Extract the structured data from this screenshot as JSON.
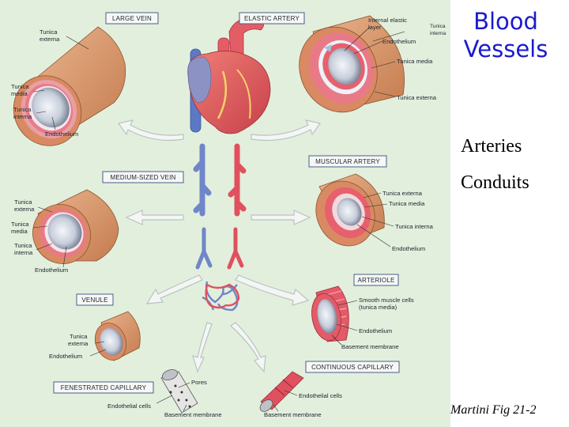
{
  "slide": {
    "title_line1": "Blood",
    "title_line2": "Vessels",
    "bullets": [
      "Arteries",
      "Conduits"
    ],
    "citation": "Martini Fig 21-2"
  },
  "figure": {
    "boxes": {
      "large_vein": "LARGE VEIN",
      "elastic_artery": "ELASTIC ARTERY",
      "medium_vein": "MEDIUM-SIZED VEIN",
      "muscular_artery": "MUSCULAR ARTERY",
      "venule": "VENULE",
      "arteriole": "ARTERIOLE",
      "fenestrated_capillary": "FENESTRATED CAPILLARY",
      "continuous_capillary": "CONTINUOUS CAPILLARY"
    },
    "labels": {
      "lv_tunica_externa": [
        "Tunica",
        "externa"
      ],
      "lv_tunica_media": [
        "Tunica",
        "media"
      ],
      "lv_tunica_interna": [
        "Tunica",
        "interna"
      ],
      "lv_endothelium": "Endothelium",
      "ea_internal_elastic": [
        "Internal elastic",
        "layer"
      ],
      "ea_tunica_interna": [
        "Tunica",
        "interna"
      ],
      "ea_endothelium": "Endothelium",
      "ea_tunica_media": "Tunica media",
      "ea_tunica_externa": "Tunica externa",
      "mv_tunica_externa": [
        "Tunica",
        "externa"
      ],
      "mv_tunica_media": [
        "Tunica",
        "media"
      ],
      "mv_tunica_interna": [
        "Tunica",
        "interna"
      ],
      "mv_endothelium": "Endothelium",
      "ma_tunica_externa": "Tunica externa",
      "ma_tunica_media": "Tunica media",
      "ma_tunica_interna": "Tunica interna",
      "ma_endothelium": "Endothelium",
      "ar_smooth_muscle": [
        "Smooth muscle cells",
        "(tunica media)"
      ],
      "ar_endothelium": "Endothelium",
      "ar_basement": "Basement membrane",
      "vn_tunica_externa": [
        "Tunica",
        "externa"
      ],
      "vn_endothelium": "Endothelium",
      "fc_pores": "Pores",
      "fc_endothelial": "Endothelial cells",
      "fc_basement": "Basement membrane",
      "cc_endothelial": "Endothelial cells",
      "cc_basement": "Basement membrane"
    }
  },
  "colors": {
    "figure_bg": "#e2efdc",
    "title_blue": "#1a1ad0",
    "artery_red": "#e0505e",
    "vein_blue": "#6f86c8",
    "tunica_externa_tan": "#d9966a"
  }
}
